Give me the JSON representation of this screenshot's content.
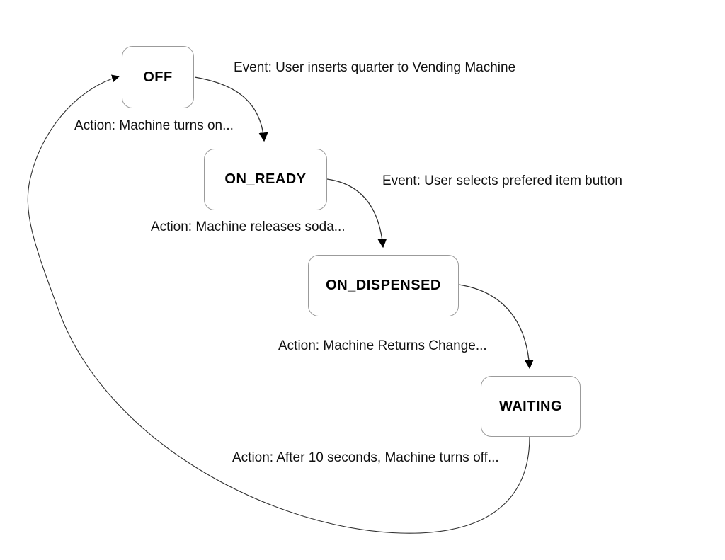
{
  "diagram": {
    "type": "state-machine",
    "subject": "Vending Machine",
    "colors": {
      "background": "#ffffff",
      "box_border": "#9b9b9b",
      "box_fill": "#ffffff",
      "line": "#2f2f2f",
      "arrowhead": "#000000",
      "text": "#000000"
    },
    "states": {
      "off": {
        "label": "OFF"
      },
      "on_ready": {
        "label": "ON_READY"
      },
      "on_dispensed": {
        "label": "ON_DISPENSED"
      },
      "waiting": {
        "label": "WAITING"
      }
    },
    "annotations": {
      "event_insert": {
        "text": "Event: User inserts quarter to Vending Machine"
      },
      "action_on": {
        "text": "Action: Machine turns on..."
      },
      "event_select": {
        "text": "Event: User selects prefered item button"
      },
      "action_soda": {
        "text": "Action: Machine releases soda..."
      },
      "action_change": {
        "text": "Action: Machine Returns Change..."
      },
      "action_off": {
        "text": "Action: After 10 seconds, Machine turns off..."
      }
    },
    "transitions": [
      {
        "from": "OFF",
        "to": "ON_READY"
      },
      {
        "from": "ON_READY",
        "to": "ON_DISPENSED"
      },
      {
        "from": "ON_DISPENSED",
        "to": "WAITING"
      },
      {
        "from": "WAITING",
        "to": "OFF"
      }
    ]
  }
}
